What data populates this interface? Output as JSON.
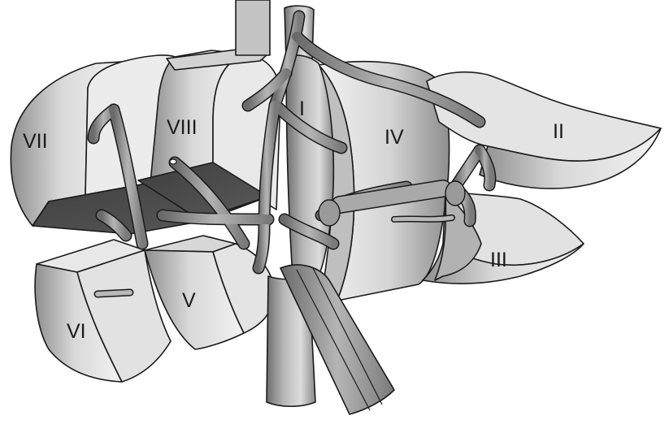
{
  "figure": {
    "segments": [
      {
        "id": "I",
        "label": "I"
      },
      {
        "id": "II",
        "label": "II"
      },
      {
        "id": "III",
        "label": "III"
      },
      {
        "id": "IV",
        "label": "IV"
      },
      {
        "id": "V",
        "label": "V"
      },
      {
        "id": "VI",
        "label": "VI"
      },
      {
        "id": "VII",
        "label": "VII"
      },
      {
        "id": "VIII",
        "label": "VIII"
      }
    ],
    "colors": {
      "light": "#e6e6e6",
      "mid": "#bdbdbd",
      "dark": "#8a8a8a",
      "darkest": "#4a4a4a",
      "vessel": "#9a9a9a",
      "vessel_dark": "#6e6e6e",
      "outline": "#1a1a1a"
    }
  }
}
